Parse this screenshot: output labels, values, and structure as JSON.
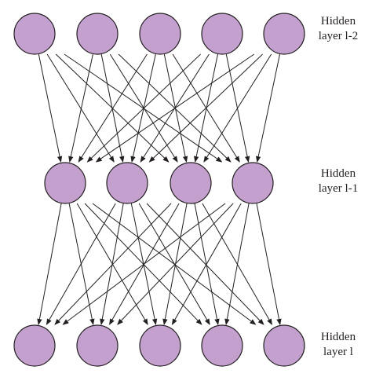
{
  "layers": [
    {
      "name": "Hidden",
      "sub": "layer l-2",
      "neurons": 5
    },
    {
      "name": "Hidden",
      "sub": "layer l-1",
      "neurons": 4
    },
    {
      "name": "Hidden",
      "sub": "layer l",
      "neurons": 5
    }
  ],
  "colors": {
    "neuron_fill": "#c4a0cf",
    "neuron_stroke": "#231f20",
    "edge": "#231f20",
    "label": "#231f20"
  },
  "connectivity": "fully-connected"
}
